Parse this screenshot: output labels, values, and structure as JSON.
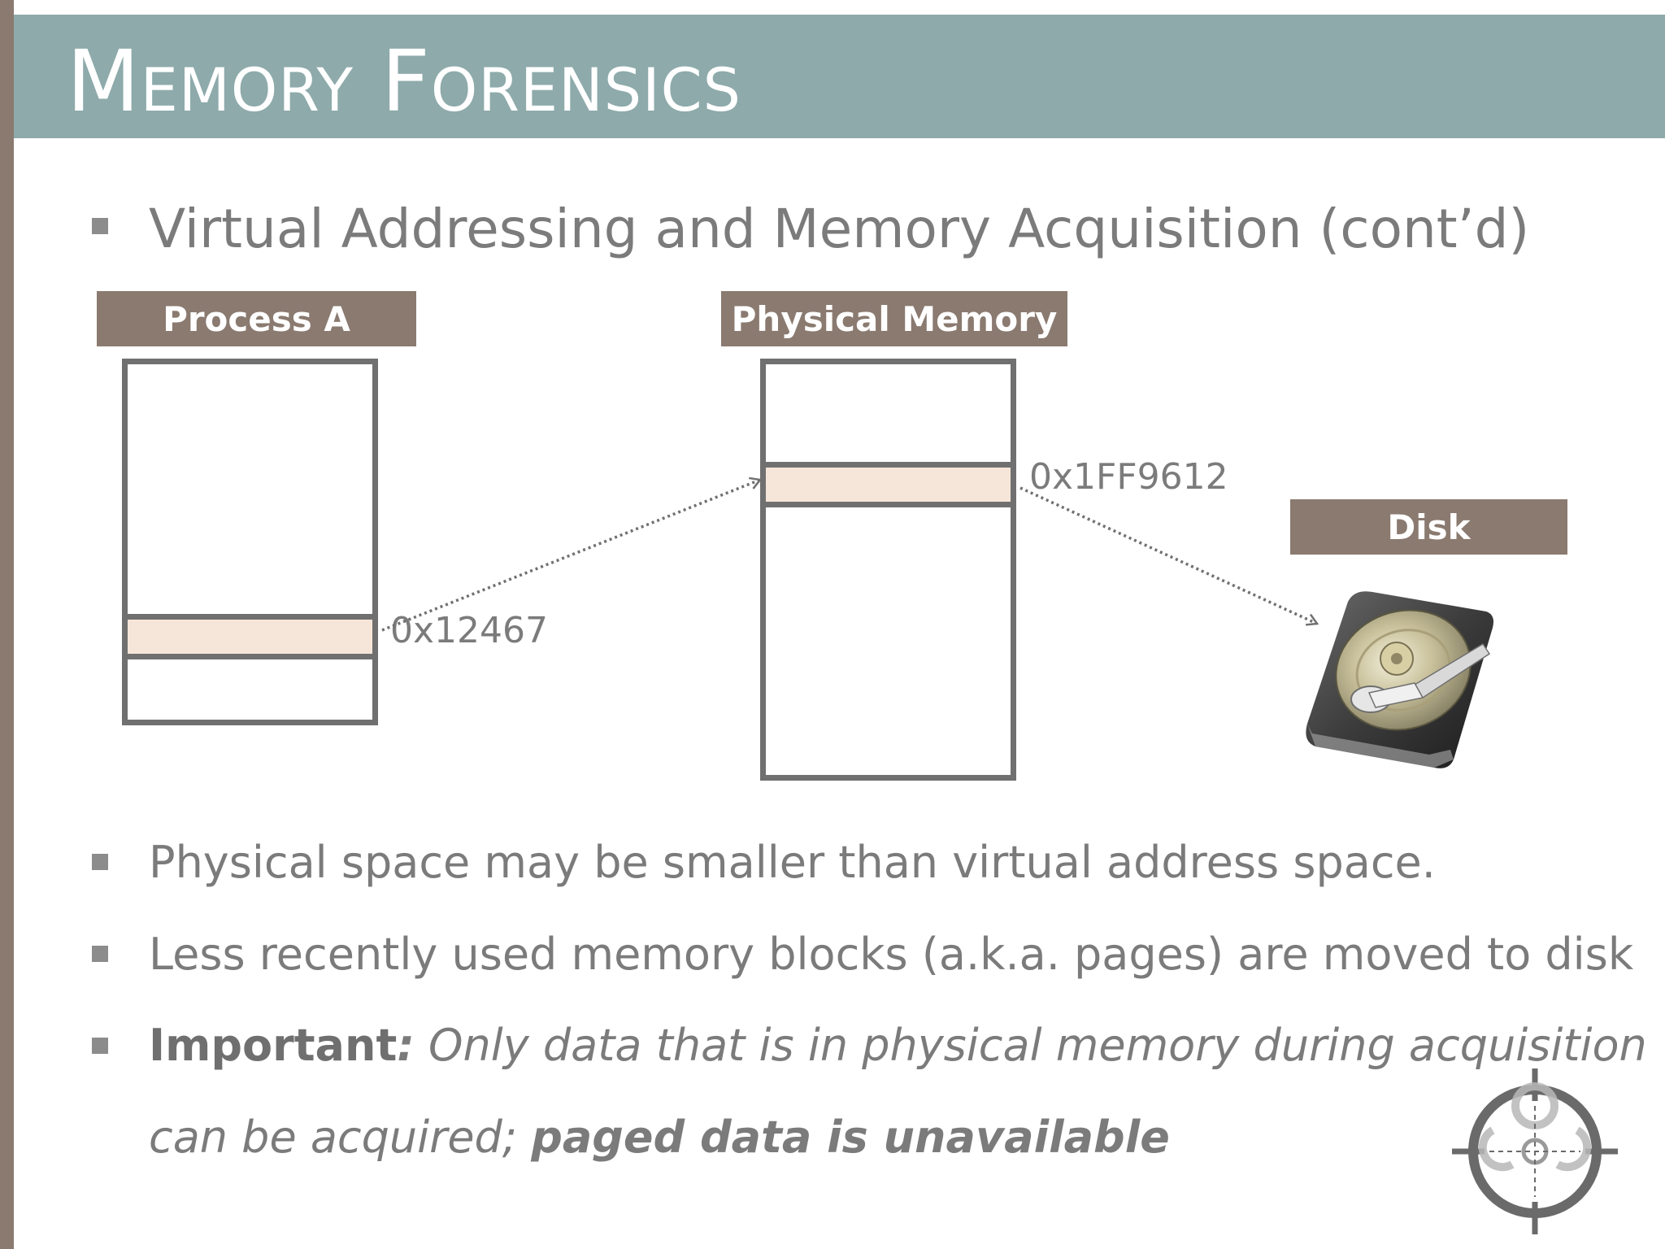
{
  "slide": {
    "title": "Memory Forensics",
    "subheading": "Virtual Addressing and Memory Acquisition (cont’d)"
  },
  "diagram": {
    "process_label": "Process A",
    "physical_label": "Physical Memory",
    "disk_label": "Disk",
    "virtual_address": "0x12467",
    "physical_address": "0x1FF9612"
  },
  "points": {
    "p1": "Physical space may be smaller than virtual address space.",
    "p2": "Less recently used memory blocks (a.k.a. pages) are moved to disk",
    "p3_bold": "Important",
    "p3_colon": ":",
    "p3_italic1": " Only data that is in physical memory during acquisition",
    "p3_italic2": "can be acquired; ",
    "p3_bold_italic": "paged data is unavailable"
  },
  "colors": {
    "title_band": "#8eaaab",
    "label_fill": "#8a7a70",
    "block_highlight": "#f6e6d9",
    "body_text": "#7b7b7b"
  },
  "icons": [
    "hard-disk-icon",
    "biohazard-crosshair-logo"
  ]
}
